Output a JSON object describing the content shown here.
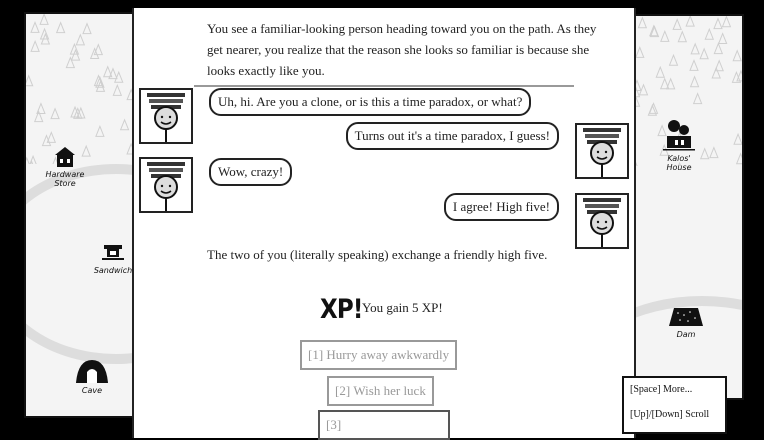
{
  "map_left": {
    "locations": [
      {
        "label": "Hardware Store",
        "icon": "building-icon"
      },
      {
        "label": "Sandwich",
        "icon": "shop-icon"
      },
      {
        "label": "Cave",
        "icon": "cave-icon"
      }
    ]
  },
  "map_right": {
    "locations": [
      {
        "label": "Kalos' House",
        "icon": "house-icon"
      },
      {
        "label": "Dam",
        "icon": "dam-icon"
      }
    ]
  },
  "story": {
    "intro": "You see a familiar-looking person heading toward you on the path. As they get nearer, you realize that the reason she looks so familiar is because she looks exactly like you.",
    "dialogue": [
      {
        "side": "left",
        "text": "Uh, hi. Are you a clone, or is this a time paradox, or what?"
      },
      {
        "side": "right",
        "text": "Turns out it's a time paradox, I guess!"
      },
      {
        "side": "left",
        "text": "Wow, crazy!"
      },
      {
        "side": "right",
        "text": "I agree! High five!"
      }
    ],
    "outro": "The two of you (literally speaking) exchange a friendly high five.",
    "xp_badge": "XP!",
    "xp_text": "You gain 5 XP!"
  },
  "choices": [
    {
      "key": "[1]",
      "label": "Hurry away awkwardly"
    },
    {
      "key": "[2]",
      "label": "Wish her luck"
    },
    {
      "key": "[3]",
      "label": ""
    }
  ],
  "hint": {
    "more": "[Space] More...",
    "scroll": "[Up]/[Down] Scroll"
  },
  "colors": {
    "background": "#000000",
    "panel": "#ffffff",
    "choice": "#999999",
    "map": "#f4f4f4"
  }
}
